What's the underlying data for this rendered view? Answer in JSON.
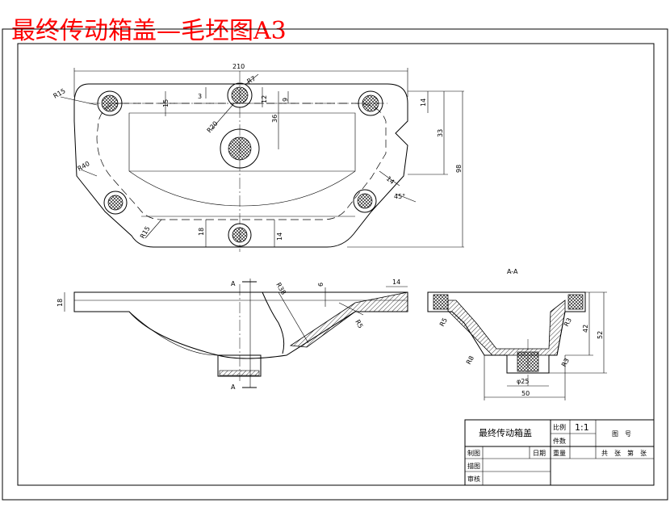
{
  "title": "最终传动箱盖—毛坯图A3",
  "colors": {
    "title": "#ff0000",
    "line": "#000000",
    "hatch": "#000000",
    "background": "#ffffff"
  },
  "dimensions": {
    "top_view": [
      "210",
      "R15",
      "R7",
      "3",
      "15",
      "12",
      "9",
      "R20",
      "36",
      "33",
      "98",
      "14",
      "14",
      "45°",
      "R40",
      "R15",
      "18",
      "14"
    ],
    "front_view": [
      "A",
      "A",
      "R38",
      "6",
      "14",
      "18",
      "R5"
    ],
    "section_view": [
      "R5",
      "R3",
      "R3",
      "42",
      "52",
      "R8",
      "φ25",
      "50"
    ]
  },
  "section_label": "A-A",
  "title_block": {
    "part_name": "最终传动箱盖",
    "scale_label": "比例",
    "scale_value": "1:1",
    "quantity_label": "件数",
    "weight_label": "重量",
    "drawing_no_label": "图　号",
    "sheet_info": "共　张　第　张",
    "drawn_by": "制图",
    "date": "日期",
    "drafted": "描图",
    "reviewed": "审核"
  }
}
